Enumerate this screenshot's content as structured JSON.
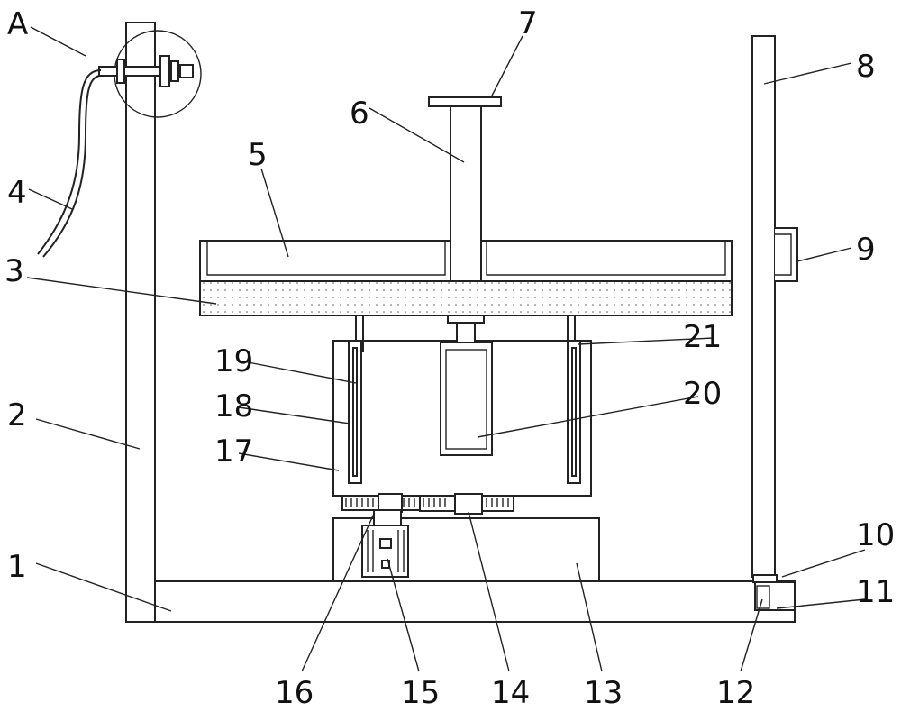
{
  "labels": {
    "A": "A",
    "n1": "1",
    "n2": "2",
    "n3": "3",
    "n4": "4",
    "n5": "5",
    "n6": "6",
    "n7": "7",
    "n8": "8",
    "n9": "9",
    "n10": "10",
    "n11": "11",
    "n12": "12",
    "n13": "13",
    "n14": "14",
    "n15": "15",
    "n16": "16",
    "n17": "17",
    "n18": "18",
    "n19": "19",
    "n20": "20",
    "n21": "21"
  }
}
